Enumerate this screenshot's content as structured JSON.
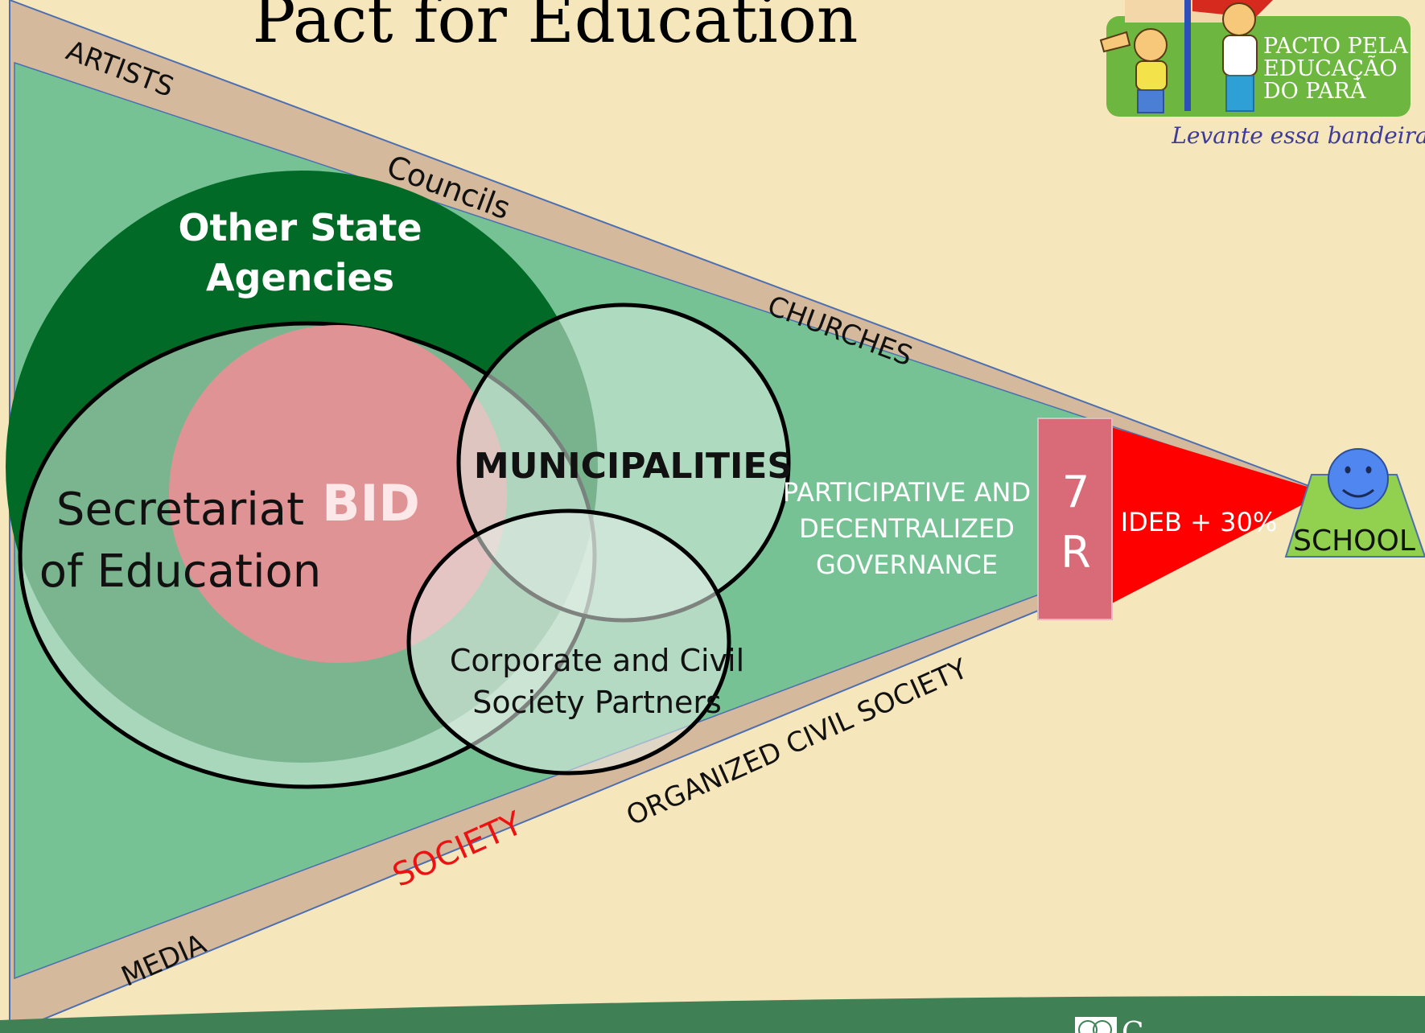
{
  "title": "Pact for Education",
  "colors": {
    "background": "#f5e6bc",
    "funnel_outer": "#d4b99c",
    "funnel_inner": "#76c295",
    "dark_green": "#016a26",
    "bid_pink": "#e09394",
    "seven_r_box": "#d96b78",
    "ideb_red": "#ff0000",
    "school_green": "#92d050",
    "smiley_blue": "#4f86f0",
    "footer_green": "#3f8155"
  },
  "logo": {
    "name_line1": "PACTO PELA",
    "name_line2": "EDUCAÇÃO",
    "name_line3": "DO PARÁ",
    "tagline": "Levante essa bandeira"
  },
  "border_labels": {
    "artists": "ARTISTS",
    "councils": "Councils",
    "churches": "CHURCHES",
    "media": "MEDIA",
    "society": "SOCIETY",
    "organized_civil_society": "ORGANIZED CIVIL SOCIETY"
  },
  "circles": {
    "other_state_line1": "Other State",
    "other_state_line2": "Agencies",
    "secretariat_line1": "Secretariat",
    "secretariat_line2": "of Education",
    "bid": "BID",
    "municipalities": "MUNICIPALITIES",
    "partners_line1": "Corporate and Civil",
    "partners_line2": "Society Partners"
  },
  "governance": {
    "line1": "PARTICIPATIVE AND",
    "line2": "DECENTRALIZED",
    "line3": "GOVERNANCE"
  },
  "seven_r": {
    "line1": "7",
    "line2": "R"
  },
  "ideb": "IDEB + 30%",
  "school": "SCHOOL",
  "footer": {
    "brand_fragment": "C"
  }
}
